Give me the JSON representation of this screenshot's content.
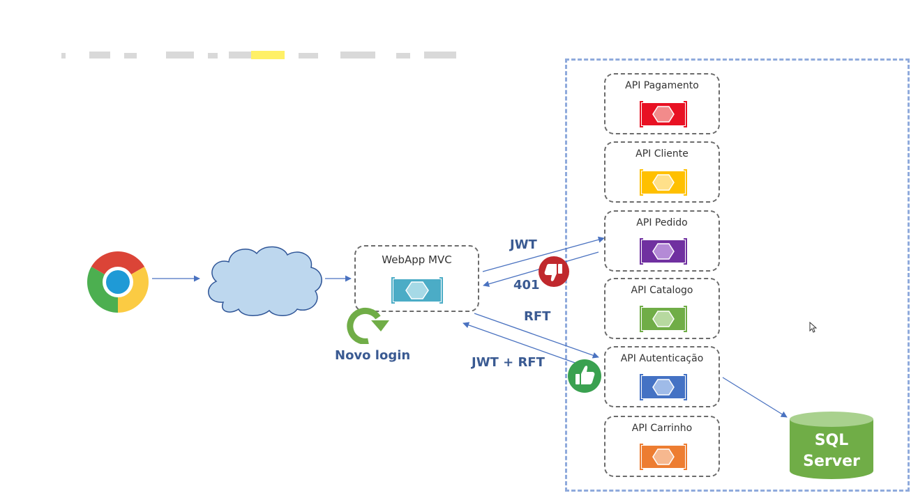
{
  "diagram": {
    "webapp_label": "WebApp MVC",
    "novo_login": "Novo login",
    "edge_labels": {
      "jwt": "JWT",
      "e401": "401",
      "rft": "RFT",
      "jwt_rft": "JWT + RFT"
    },
    "apis": [
      {
        "label": "API Pagamento",
        "color": "#e81123",
        "inner": "#f28b8b"
      },
      {
        "label": "API Cliente",
        "color": "#ffc000",
        "inner": "#ffe08a"
      },
      {
        "label": "API Pedido",
        "color": "#7030a0",
        "inner": "#b48ad6"
      },
      {
        "label": "API Catalogo",
        "color": "#70ad47",
        "inner": "#b7d9a0"
      },
      {
        "label": "API Autenticação",
        "color": "#4472c4",
        "inner": "#9fbbe8"
      },
      {
        "label": "API Carrinho",
        "color": "#ed7d31",
        "inner": "#f6b88f"
      }
    ],
    "database": {
      "line1": "SQL",
      "line2": "Server",
      "color": "#70ad47"
    },
    "icons": [
      "chrome-icon",
      "cloud-icon",
      "refresh-icon",
      "thumbs-down-icon",
      "thumbs-up-icon",
      "cursor-icon"
    ]
  }
}
